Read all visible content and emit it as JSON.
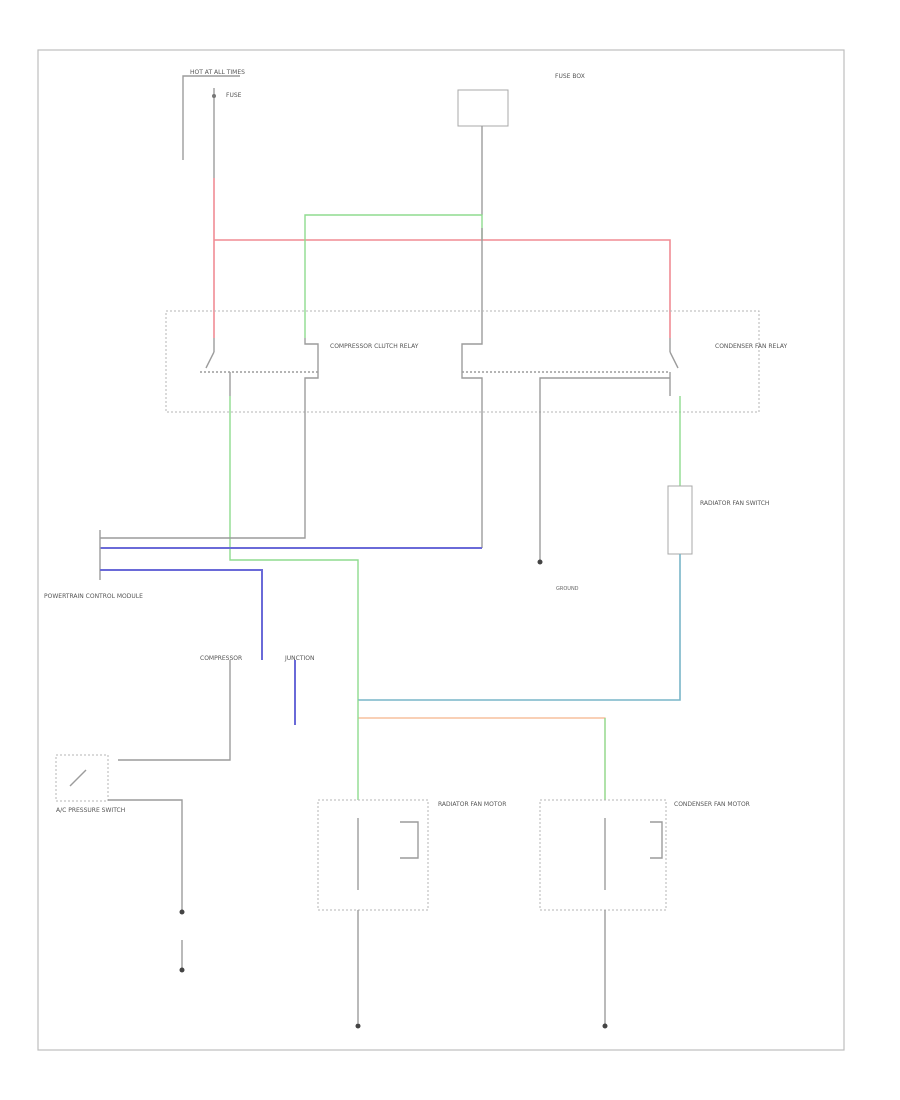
{
  "title": "",
  "footer_code": "",
  "labels": {
    "hot_at_all_times": "HOT AT ALL TIMES",
    "fuse_top": "FUSE",
    "fuse_box_label": "FUSE BOX",
    "compressor_clutch_relay": "COMPRESSOR CLUTCH RELAY",
    "condenser_fan_relay": "CONDENSER FAN RELAY",
    "ac_pressure_switch": "A/C PRESSURE SWITCH",
    "powertrain_control_module": "POWERTRAIN CONTROL MODULE",
    "compressor": "COMPRESSOR",
    "condenser_fan_motor": "CONDENSER FAN MOTOR",
    "radiator_fan_motor": "RADIATOR FAN MOTOR",
    "radiator_fan_switch": "RADIATOR FAN SWITCH",
    "ground": "GROUND",
    "junction": "JUNCTION"
  },
  "wire_codes": [
    "RED",
    "BLK",
    "GRN",
    "BLU",
    "GRY"
  ],
  "icons": {
    "relay": "relay-coil-switch-icon",
    "ground": "ground-symbol-icon",
    "switch": "switch-contact-icon",
    "motor": "motor-icon"
  }
}
